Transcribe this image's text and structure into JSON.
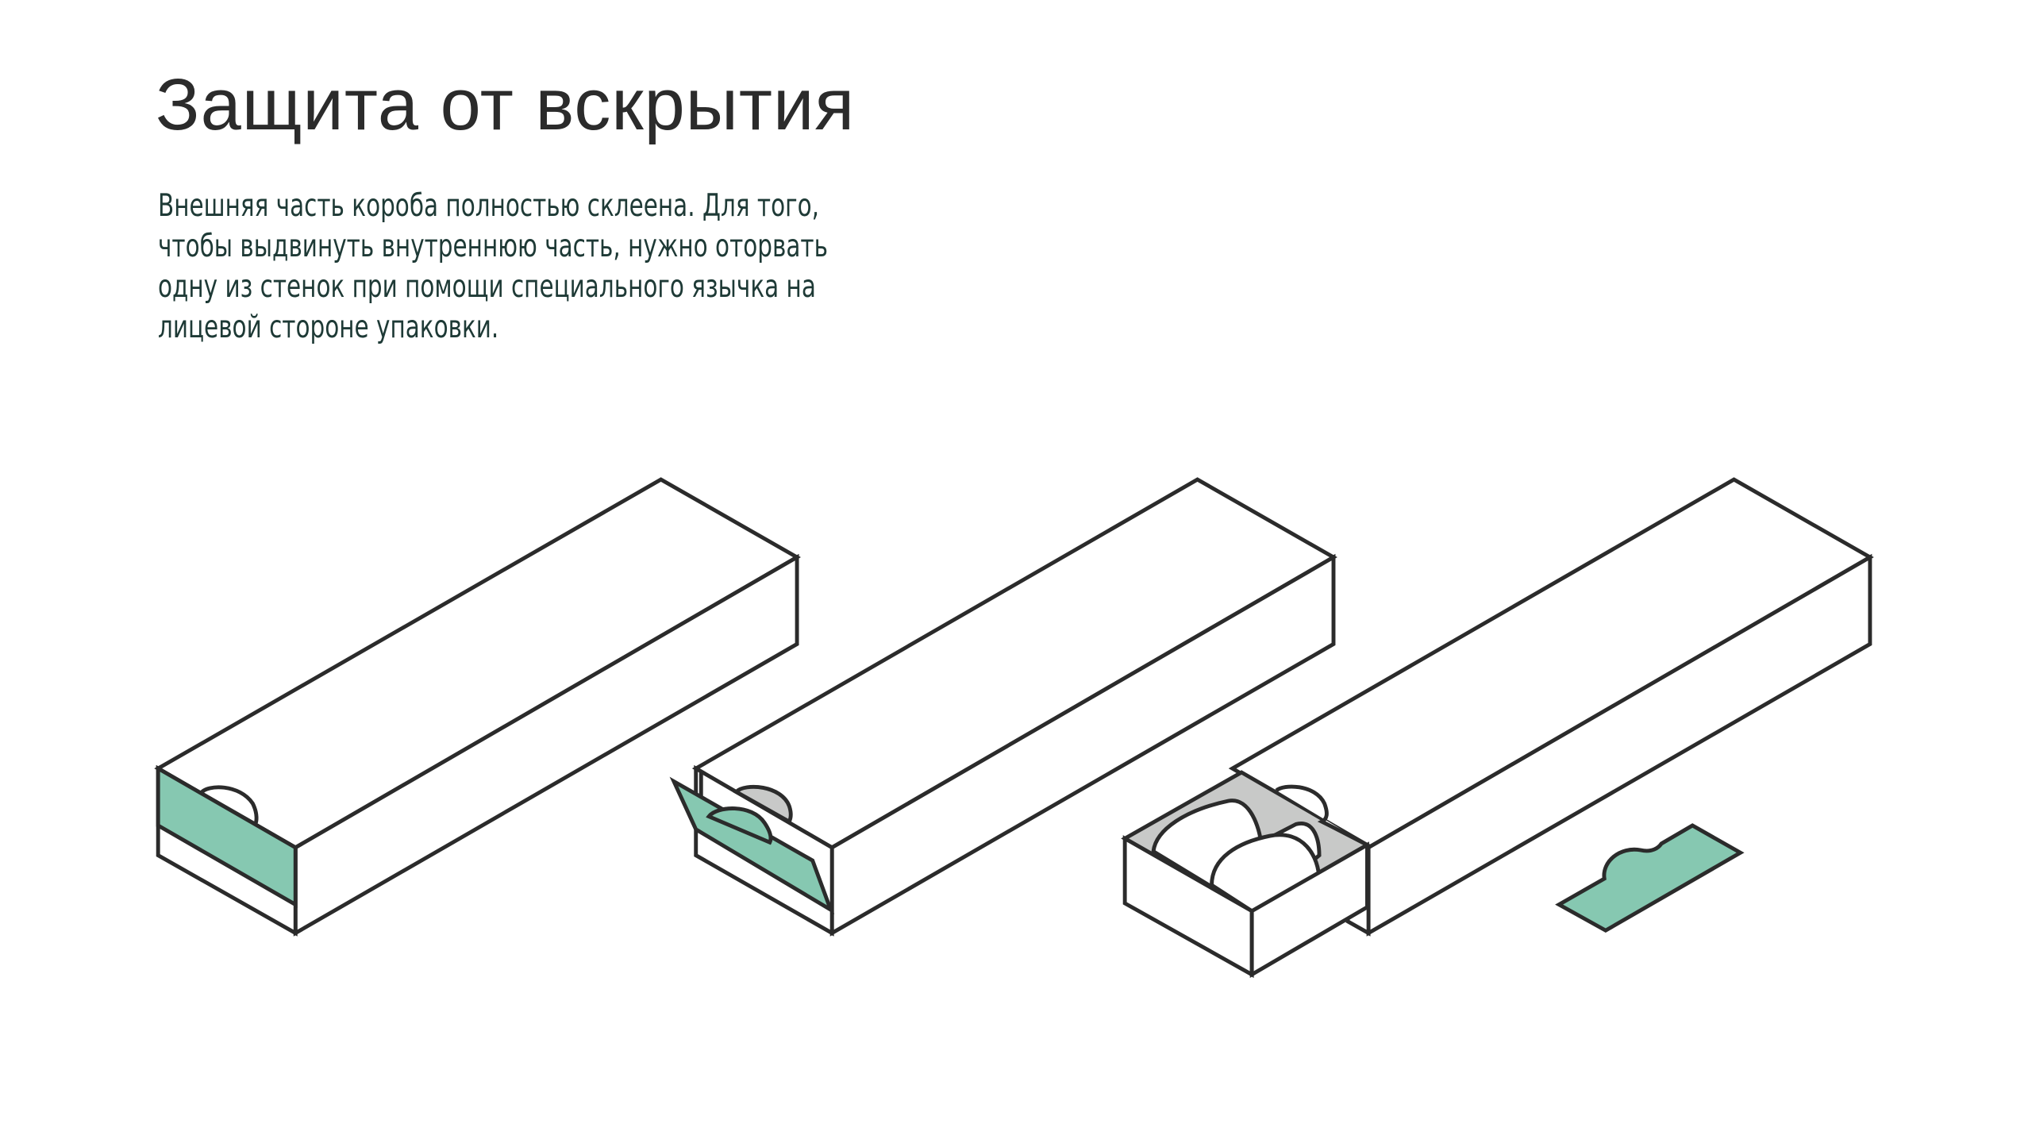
{
  "title": "Защита от вскрытия",
  "description": [
    "Внешняя часть короба полностью склеена. Для того,",
    "чтобы выдвинуть внутреннюю часть, нужно оторвать",
    "одну из стенок при помощи специального язычка на",
    "лицевой стороне упаковки."
  ],
  "colors": {
    "accent": "#86c8b1",
    "stroke": "#2b2b2b",
    "inner": "#c8c9c8"
  }
}
